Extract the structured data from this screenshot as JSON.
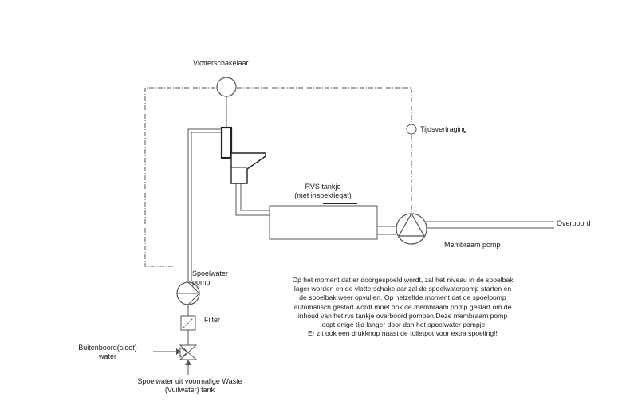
{
  "labels": {
    "float_switch": "Vlotterschakelaar",
    "time_delay": "Tijdsvertraging",
    "tank_line1": "RVS tankje",
    "tank_line2": "(met inspektiegat)",
    "overboard": "Overboord",
    "membrane_pump": "Membraam pomp",
    "flush_pump_line1": "Spoelwater",
    "flush_pump_line2": "pomp",
    "filter": "Filter",
    "outside_water_line1": "Buitenboord(sloot)",
    "outside_water_line2": "water",
    "waste_line1": "Spoelwater uit voormalige Waste",
    "waste_line2": "(Vuilwater) tank"
  },
  "description": [
    "Op het moment dat er doorgespoeld wordt, zal het niveau in de spoelbak",
    "lager worden en de vlotterschakelaar zal de spoelwaterpomp starten en",
    "de spoelbak weer opvullen. Op hetzelfde moment dat de spoelpomp",
    "automatisch gestart wordt moet ook de membraam pomp gestart om de",
    "inhoud van het rvs tankje overboord pompen.Deze membraam pomp",
    "loopt enige tijd langer door dan het spoelwater pompje",
    "Er zit ook een drukknop naast de toiletpot voor extra spoeling!!"
  ],
  "colors": {
    "line": "#555555",
    "dark": "#222222"
  }
}
